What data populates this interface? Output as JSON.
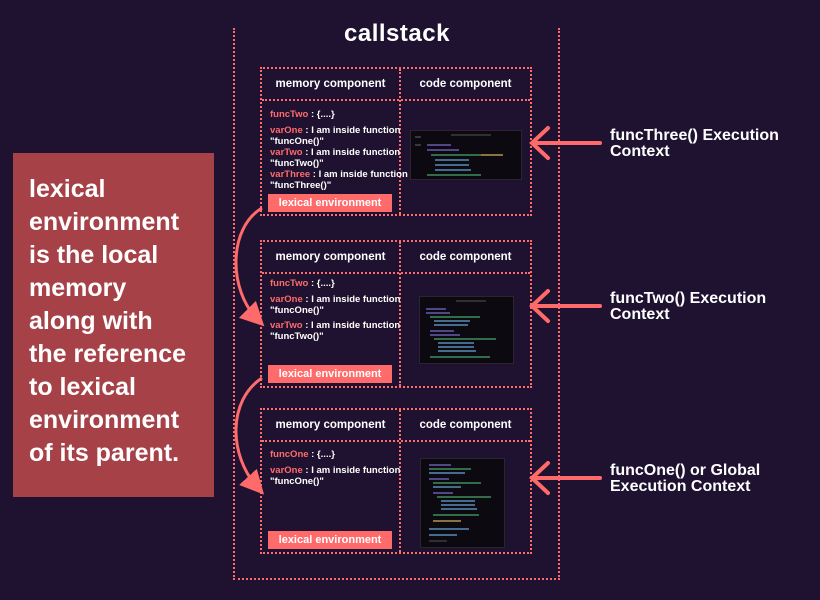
{
  "title": "callstack",
  "headers": {
    "memory": "memory  component",
    "code": "code component"
  },
  "lexical_label": "lexical environment",
  "contexts": [
    {
      "label_lines": [
        "funcThree() Execution",
        "Context"
      ],
      "func_line": {
        "name": "funcTwo",
        "value": ": {....}"
      },
      "vars": [
        {
          "name": "varOne",
          "text1": ": I am inside function",
          "text2": "\"funcOne()\""
        },
        {
          "name": "varTwo",
          "text1": ": I am inside function",
          "text2": "\"funcTwo()\""
        },
        {
          "name": "varThree",
          "text1": ": I am inside function",
          "text2": "\"funcThree()\""
        }
      ]
    },
    {
      "label_lines": [
        "funcTwo() Execution",
        "Context"
      ],
      "func_line": {
        "name": "funcTwo",
        "value": ": {....}"
      },
      "vars": [
        {
          "name": "varOne",
          "text1": ": I am inside function",
          "text2": "\"funcOne()\""
        },
        {
          "name": "varTwo",
          "text1": ": I am inside function",
          "text2": "\"funcTwo()\""
        }
      ]
    },
    {
      "label_lines": [
        "funcOne() or Global",
        "Execution Context"
      ],
      "func_line": {
        "name": "funcOne",
        "value": ": {....}"
      },
      "vars": [
        {
          "name": "varOne",
          "text1": ": I am inside function",
          "text2": "\"funcOne()\""
        }
      ]
    }
  ],
  "side_note_lines": [
    "lexical",
    "environment",
    "is the local",
    "memory",
    "along with",
    "the reference",
    "to lexical",
    "environment",
    "of its parent."
  ],
  "colors": {
    "background": "#1f1230",
    "accent": "#ff6b6b",
    "side_box": "#a64147"
  }
}
